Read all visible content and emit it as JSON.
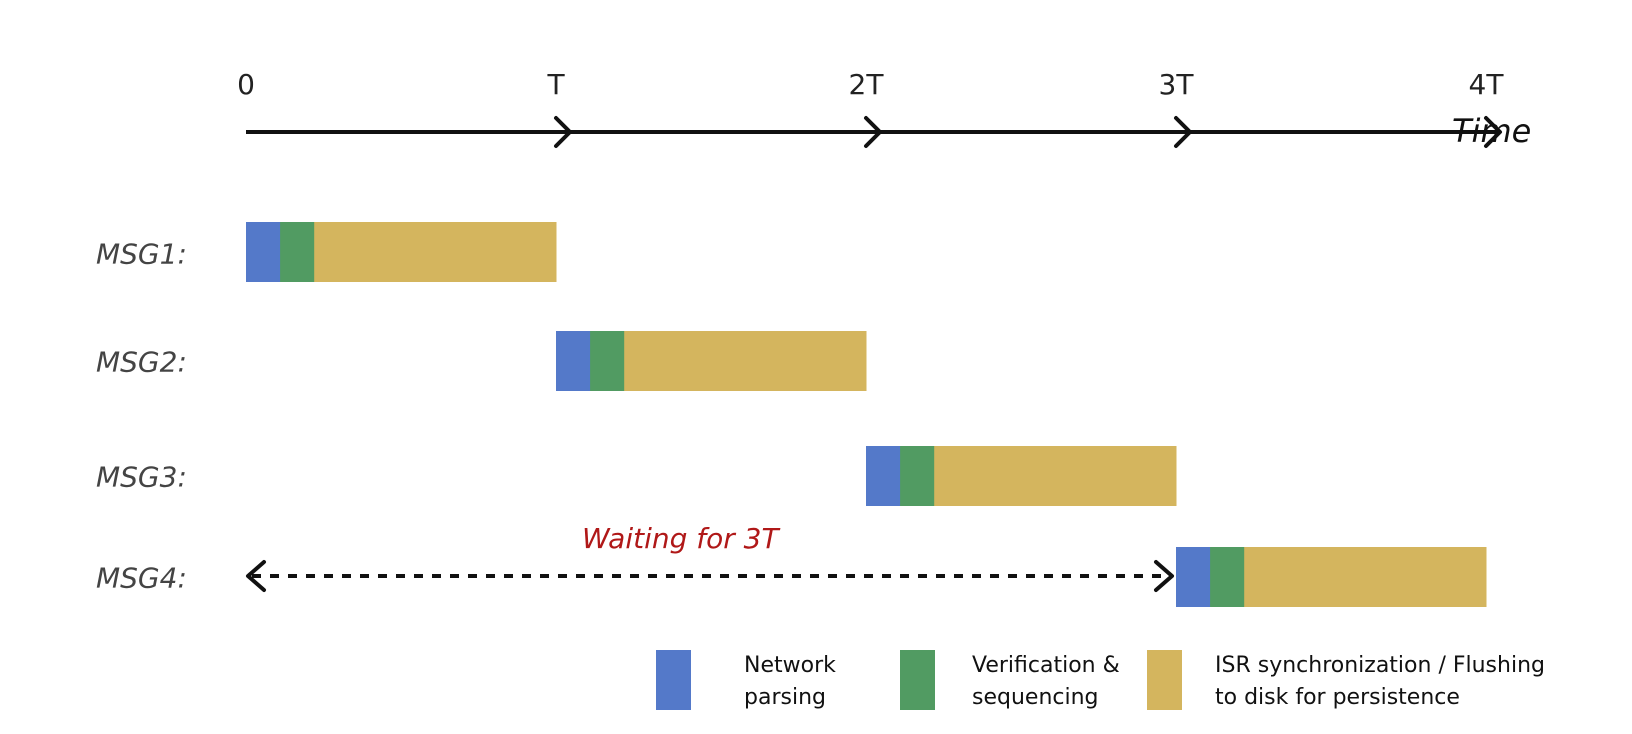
{
  "axis": {
    "ticks": [
      "0",
      "T",
      "2T",
      "3T",
      "4T"
    ],
    "title": "Time"
  },
  "rows": [
    {
      "label": "MSG1:",
      "start": 0
    },
    {
      "label": "MSG2:",
      "start": 1
    },
    {
      "label": "MSG3:",
      "start": 2
    },
    {
      "label": "MSG4:",
      "start": 3
    }
  ],
  "segments": [
    {
      "key": "network",
      "fraction": 0.11,
      "color": "#5479c9"
    },
    {
      "key": "verification",
      "fraction": 0.11,
      "color": "#519b62"
    },
    {
      "key": "isr",
      "fraction": 0.78,
      "color": "#d4b55e"
    }
  ],
  "waiting": {
    "label": "Waiting for 3T",
    "color": "#b01818"
  },
  "legend": [
    {
      "key": "network",
      "label": "Network\nparsing",
      "color": "#5479c9"
    },
    {
      "key": "verification",
      "label": "Verification &\nsequencing",
      "color": "#519b62"
    },
    {
      "key": "isr",
      "label": "ISR synchronization / Flushing\nto disk for persistence",
      "color": "#d4b55e"
    }
  ]
}
